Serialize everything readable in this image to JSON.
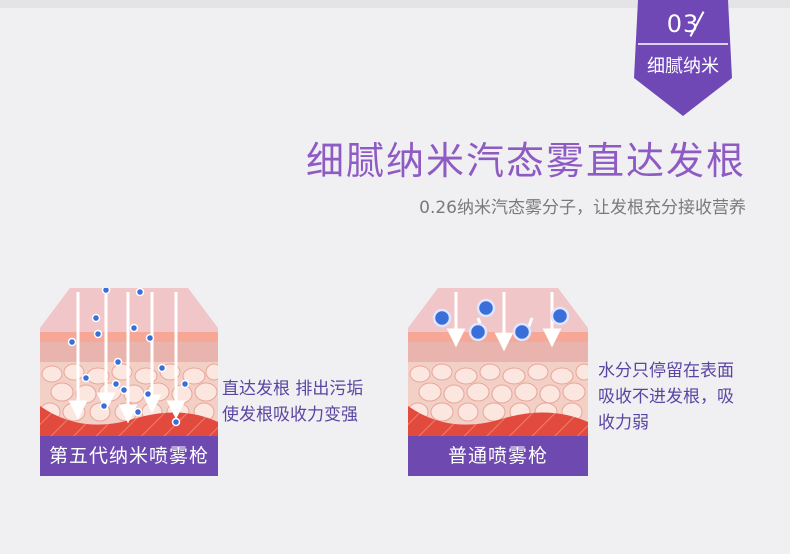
{
  "badge": {
    "number": "03",
    "label": "细腻纳米"
  },
  "headline": "细腻纳米汽态雾直达发根",
  "subline": "0.26纳米汽态雾分子，让发根充分接收营养",
  "left_panel": {
    "label": "第五代纳米喷雾枪",
    "description_line1": "直达发根 排出污垢",
    "description_line2": "使发根吸收力变强"
  },
  "right_panel": {
    "label": "普通喷雾枪",
    "description_line1": "水分只停留在表面",
    "description_line2": "吸收不进发根，吸",
    "description_line3": "收力弱"
  },
  "colors": {
    "brand_purple": "#6e49b0",
    "headline_purple": "#8e5ac4",
    "skin_red": "#e8483a",
    "droplet_blue": "#3a6fd9"
  }
}
